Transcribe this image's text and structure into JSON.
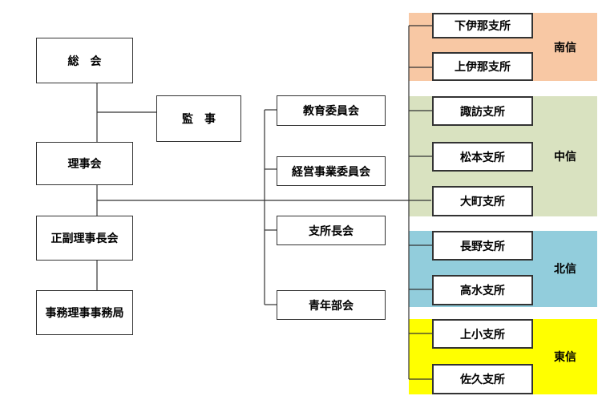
{
  "colors": {
    "south": "#f8c8a4",
    "central": "#d9e2c0",
    "north": "#92cddc",
    "east": "#ffff00",
    "line": "#333333"
  },
  "org": {
    "general_assembly": "総　会",
    "auditor": "監　事",
    "board": "理事会",
    "chairs_council": "正副理事長会",
    "secretariat": "事務理事事務局"
  },
  "committees": [
    "教育委員会",
    "経営事業委員会",
    "支所長会",
    "青年部会"
  ],
  "regions": [
    {
      "label": "南信",
      "branches": [
        "下伊那支所",
        "上伊那支所"
      ]
    },
    {
      "label": "中信",
      "branches": [
        "諏訪支所",
        "松本支所",
        "大町支所"
      ]
    },
    {
      "label": "北信",
      "branches": [
        "長野支所",
        "高水支所"
      ]
    },
    {
      "label": "東信",
      "branches": [
        "上小支所",
        "佐久支所"
      ]
    }
  ]
}
